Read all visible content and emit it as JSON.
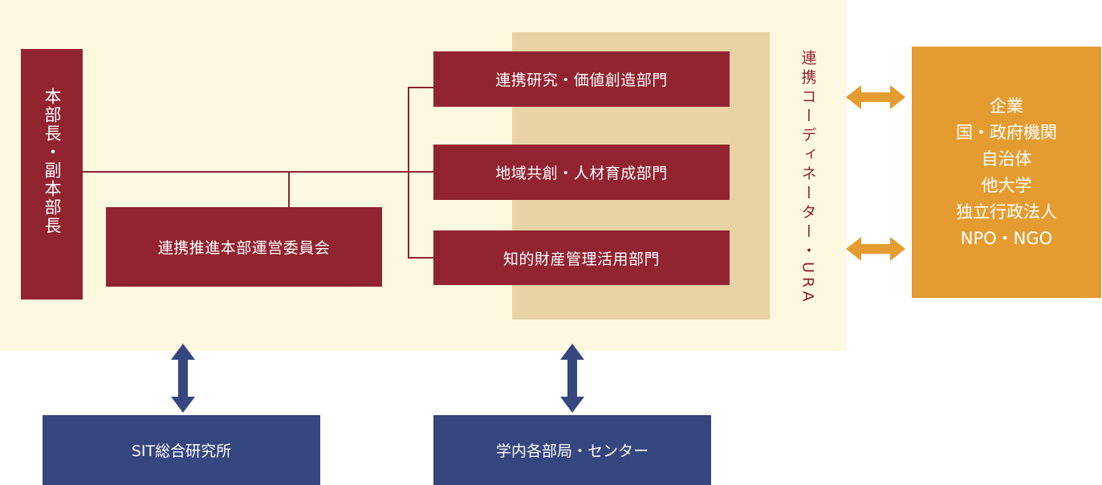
{
  "colors": {
    "panel_bg": "#fdf9e1",
    "coordination_band": "#e9d2a4",
    "internal_unit": "#922330",
    "external_partners": "#e49c30",
    "campus_units": "#36467f"
  },
  "head_box": {
    "label": "本部長・副本部長"
  },
  "committee": {
    "label": "連携推進本部運営委員会"
  },
  "divisions": [
    {
      "label": "連携研究・価値創造部門"
    },
    {
      "label": "地域共創・人材育成部門"
    },
    {
      "label": "知的財産管理活用部門"
    }
  ],
  "coordinator": {
    "label": "連携コーディネーター・URA"
  },
  "partners": {
    "items": [
      "企業",
      "国・政府機関",
      "自治体",
      "他大学",
      "独立行政法人",
      "NPO・NGO"
    ]
  },
  "bottom": {
    "left": "SIT総合研究所",
    "right": "学内各部局・センター"
  }
}
